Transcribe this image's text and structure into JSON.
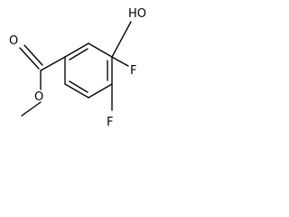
{
  "structure": {
    "atoms": {
      "hydroxyl": "HO",
      "carbonyl_oxygen": "O",
      "ester_oxygen": "O",
      "fluorine_upper": "F",
      "fluorine_lower": "F"
    }
  }
}
